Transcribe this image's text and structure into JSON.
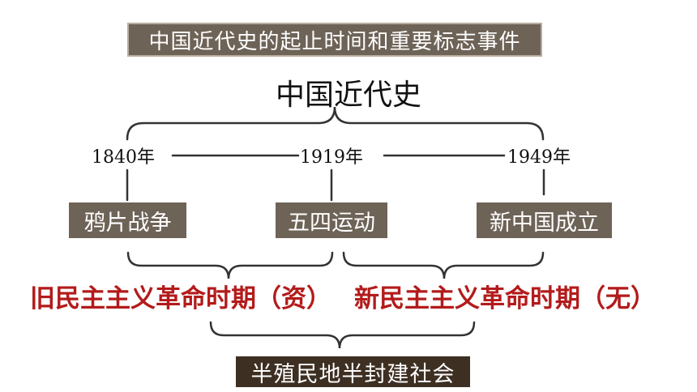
{
  "header": {
    "title": "中国近代史的起止时间和重要标志事件"
  },
  "diagram": {
    "main_title": "中国近代史",
    "years": {
      "start": "1840年",
      "middle": "1919年",
      "end": "1949年"
    },
    "events": {
      "start": "鸦片战争",
      "middle": "五四运动",
      "end": "新中国成立"
    },
    "periods": {
      "old": "旧民主主义革命时期（资）",
      "new": "新民主主义革命时期（无）"
    },
    "society": "半殖民地半封建社会"
  },
  "colors": {
    "box_fill": "#6e6357",
    "society_fill": "#3d2f22",
    "period_text": "#b31b1b",
    "line": "#333333"
  }
}
